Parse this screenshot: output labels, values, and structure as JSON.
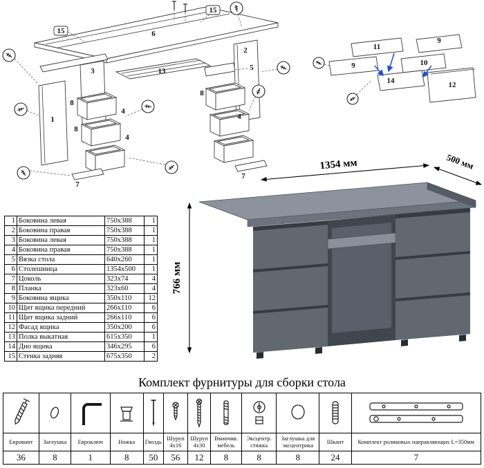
{
  "parts_table": {
    "rows": [
      {
        "num": "1",
        "name": "Боковина левая",
        "size": "750x388",
        "qty": "1"
      },
      {
        "num": "2",
        "name": "Боковина правая",
        "size": "750x388",
        "qty": "1"
      },
      {
        "num": "3",
        "name": "Боковина левая",
        "size": "750x388",
        "qty": "1"
      },
      {
        "num": "4",
        "name": "Боковина правая",
        "size": "750x388",
        "qty": "1"
      },
      {
        "num": "5",
        "name": "Вязка стола",
        "size": "640x260",
        "qty": "1"
      },
      {
        "num": "6",
        "name": "Столешница",
        "size": "1354x500",
        "qty": "1"
      },
      {
        "num": "7",
        "name": "Цоколь",
        "size": "323x74",
        "qty": "4"
      },
      {
        "num": "8",
        "name": "Планка",
        "size": "323x60",
        "qty": "4"
      },
      {
        "num": "9",
        "name": "Боковина ящика",
        "size": "350x110",
        "qty": "12"
      },
      {
        "num": "10",
        "name": "Щит ящика передний",
        "size": "266x110",
        "qty": "6"
      },
      {
        "num": "11",
        "name": "Щит ящика задний",
        "size": "266x110",
        "qty": "6"
      },
      {
        "num": "12",
        "name": "Фасад ящика",
        "size": "350x200",
        "qty": "6"
      },
      {
        "num": "13",
        "name": "Полка выкатная",
        "size": "615x350",
        "qty": "1"
      },
      {
        "num": "14",
        "name": "Дно ящика",
        "size": "346x295",
        "qty": "6"
      },
      {
        "num": "15",
        "name": "Стенка задняя",
        "size": "675x350",
        "qty": "2"
      }
    ]
  },
  "desk": {
    "width_label": "1354 мм",
    "depth_label": "500 мм",
    "height_label": "766 мм",
    "body_color": "#5d636d",
    "top_color": "#8d939c"
  },
  "hardware": {
    "title": "Комплект фурнитуры для сборки стола",
    "items": [
      {
        "name": "Евровинт",
        "qty": "36",
        "icon": "confirmat-screw"
      },
      {
        "name": "Заглушка",
        "qty": "8",
        "icon": "screw-cap"
      },
      {
        "name": "Евроключ",
        "qty": "1",
        "icon": "hex-key"
      },
      {
        "name": "Ножка",
        "qty": "8",
        "icon": "furniture-leg"
      },
      {
        "name": "Гвоздь",
        "qty": "50",
        "icon": "nail"
      },
      {
        "name": "Шуруп 4x16",
        "qty": "56",
        "icon": "screw-short"
      },
      {
        "name": "Шуруп 4x30",
        "qty": "12",
        "icon": "screw-long"
      },
      {
        "name": "Ввинчив. мебель",
        "qty": "8",
        "icon": "threaded-dowel"
      },
      {
        "name": "Эксцентр. стяжка",
        "qty": "8",
        "icon": "cam-lock"
      },
      {
        "name": "Заглушка для эксцентрика",
        "qty": "8",
        "icon": "cam-cap"
      },
      {
        "name": "Шкант",
        "qty": "24",
        "icon": "wooden-dowel"
      },
      {
        "name": "Комплект роликовых направляющих L=350мм",
        "qty": "7",
        "icon": "roller-slide"
      }
    ]
  },
  "diagram": {
    "main": {
      "l6": "6",
      "l15a": "15",
      "l15b": "15",
      "l1": "1",
      "l3": "3",
      "l2": "2",
      "l5": "5",
      "l13": "13",
      "l8a": "8",
      "l4a": "4",
      "l8b": "8",
      "l4b": "4",
      "l8c": "8",
      "l4c": "4",
      "l7a": "7",
      "l7b": "7"
    },
    "drawer": {
      "l11": "11",
      "l9a": "9",
      "l9b": "9",
      "l10": "10",
      "l14": "14",
      "l12": "12"
    }
  }
}
